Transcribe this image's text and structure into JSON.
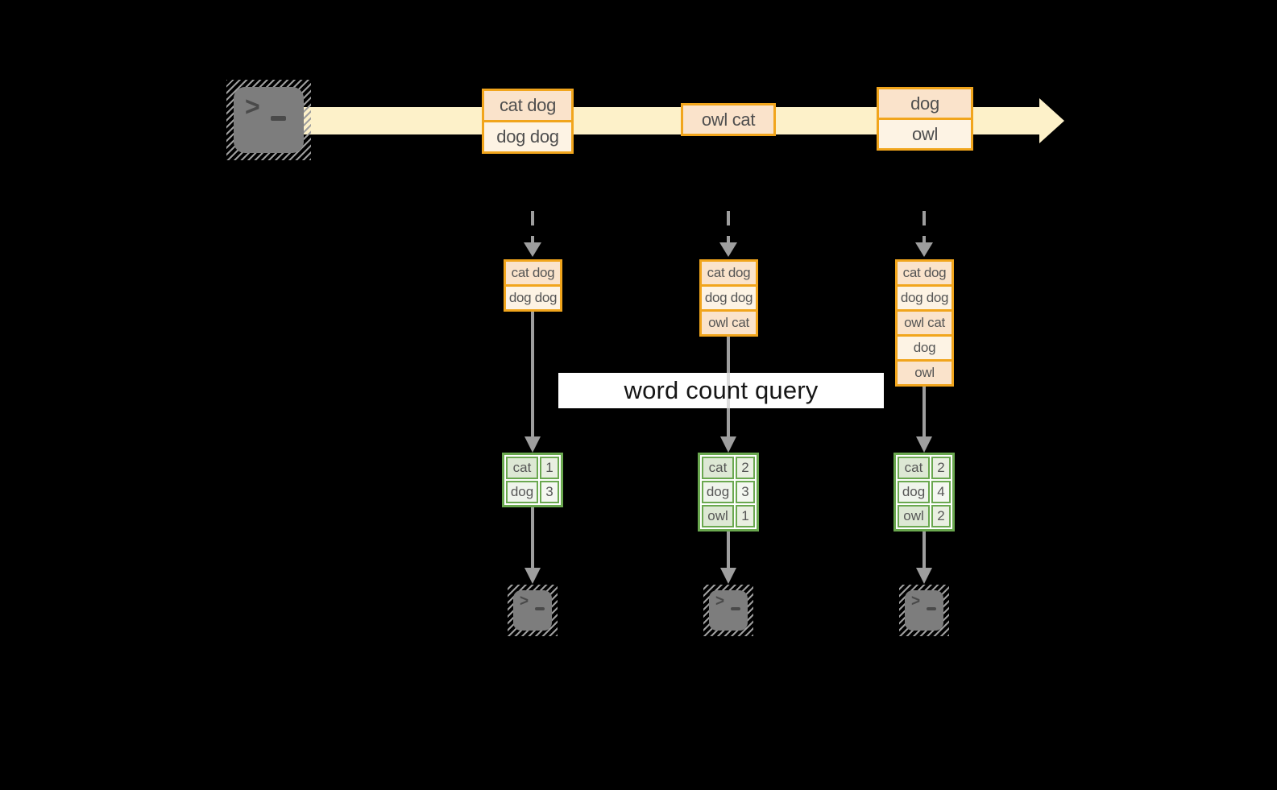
{
  "query": {
    "label": "word count query"
  },
  "stream": {
    "events": [
      {
        "lines": [
          "cat dog",
          "dog dog"
        ]
      },
      {
        "lines": [
          "owl cat"
        ]
      },
      {
        "lines": [
          "dog",
          "owl"
        ]
      }
    ]
  },
  "pipelines": [
    {
      "buffer": [
        "cat dog",
        "dog dog"
      ],
      "counts": [
        [
          "cat",
          "1"
        ],
        [
          "dog",
          "3"
        ]
      ]
    },
    {
      "buffer": [
        "cat dog",
        "dog dog",
        "owl cat"
      ],
      "counts": [
        [
          "cat",
          "2"
        ],
        [
          "dog",
          "3"
        ],
        [
          "owl",
          "1"
        ]
      ]
    },
    {
      "buffer": [
        "cat dog",
        "dog dog",
        "owl cat",
        "dog",
        "owl"
      ],
      "counts": [
        [
          "cat",
          "2"
        ],
        [
          "dog",
          "4"
        ],
        [
          "owl",
          "2"
        ]
      ]
    }
  ],
  "colors": {
    "background": "#000000",
    "stream_band": "#fdf1c9",
    "event_border": "#f1a51c",
    "event_fill_dark": "#fae3cb",
    "event_fill_light": "#fdf3e4",
    "table_border": "#6aa84f",
    "table_fill_dark": "#dde8d4",
    "table_fill_light": "#eff4ec",
    "arrow_gray": "#9e9e9e",
    "terminal_gray": "#7d7d7d",
    "query_background": "#ffffff",
    "query_text": "#161616"
  }
}
